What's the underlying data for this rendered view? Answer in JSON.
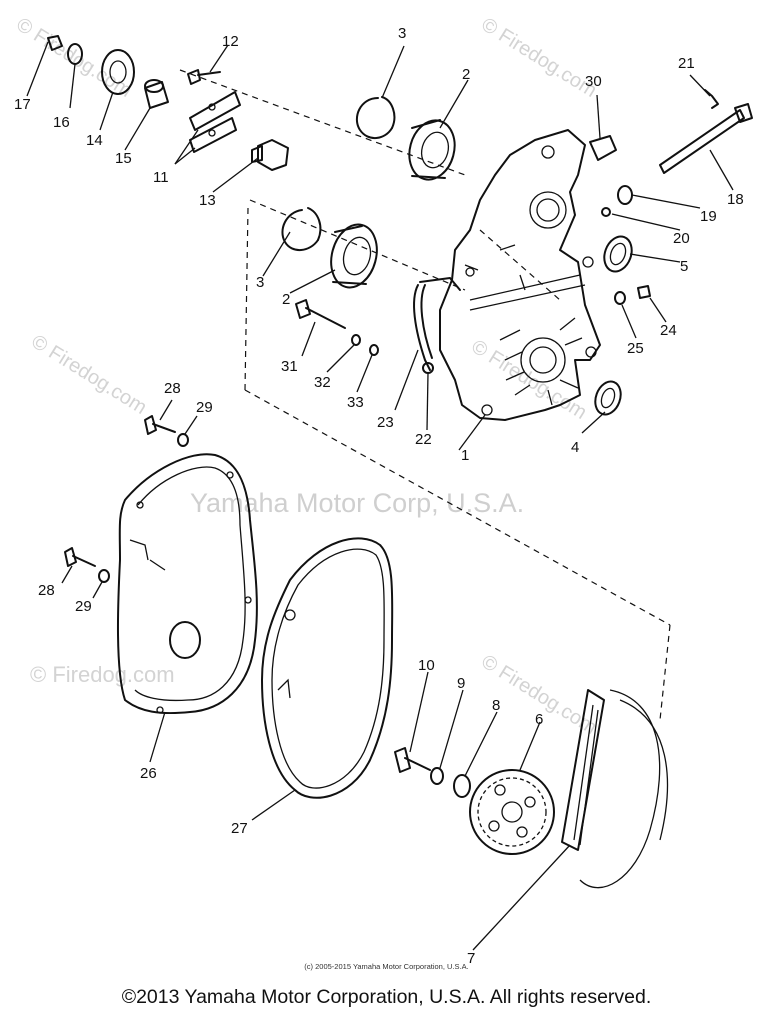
{
  "watermarks": {
    "main": "Yamaha Motor Corp, U.S.A.",
    "brand": "© Firedog.com"
  },
  "callouts": [
    "1",
    "2",
    "3",
    "4",
    "5",
    "6",
    "7",
    "8",
    "9",
    "10",
    "11",
    "12",
    "13",
    "14",
    "15",
    "16",
    "17",
    "18",
    "19",
    "20",
    "21",
    "22",
    "23",
    "24",
    "25",
    "26",
    "27",
    "28",
    "29",
    "30",
    "31",
    "32",
    "33"
  ],
  "footer": {
    "small": "(c) 2005-2015 Yamaha Motor Corporation, U.S.A.",
    "main": "©2013 Yamaha Motor Corporation, U.S.A. All rights reserved."
  }
}
